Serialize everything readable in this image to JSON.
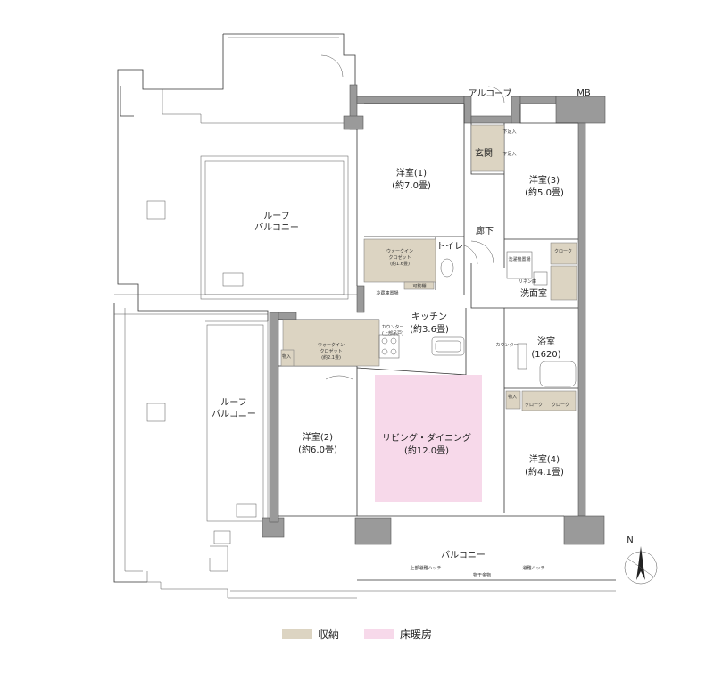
{
  "rooms": {
    "western1": {
      "name": "洋室(1)",
      "size": "(約7.0畳)"
    },
    "western2": {
      "name": "洋室(2)",
      "size": "(約6.0畳)"
    },
    "western3": {
      "name": "洋室(3)",
      "size": "(約5.0畳)"
    },
    "western4": {
      "name": "洋室(4)",
      "size": "(約4.1畳)"
    },
    "kitchen": {
      "name": "キッチン",
      "size": "(約3.6畳)"
    },
    "living": {
      "name": "リビング・ダイニング",
      "size": "(約12.0畳)"
    },
    "roof_balcony": "ルーフ\nバルコニー",
    "roof_balcony_line1": "ルーフ",
    "roof_balcony_line2": "バルコニー",
    "balcony": "バルコニー",
    "alcove": "アルコーブ",
    "entrance": "玄関",
    "hallway": "廊下",
    "toilet": "トイレ",
    "washroom": "洗面室",
    "bathroom": "浴室",
    "bathroom_size": "(1620)",
    "mb": "MB"
  },
  "closets": {
    "wic1_l1": "ウォークイン",
    "wic1_l2": "クロゼット",
    "wic1_l3": "(約1.6畳)",
    "wic2_l1": "ウォークイン",
    "wic2_l2": "クロゼット",
    "wic2_l3": "(約2.1畳)",
    "closet": "クローク",
    "closet2": "クローク",
    "closet3": "クローク",
    "storage_in": "物入",
    "storage_in2": "物入",
    "linen": "リネン庫",
    "movable_shelf": "可動棚",
    "fridge": "冷蔵庫置場",
    "counter": "カウンター",
    "counter_kitchen": "カウンター",
    "counter_kitchen2": "(上部吊戸)",
    "shoe1": "下足入",
    "shoe2": "下足入",
    "wash_machine": "洗濯機置場"
  },
  "balcony_items": {
    "hatch1": "上部避難ハッチ",
    "hatch2": "避難ハッチ",
    "drying": "物干金物"
  },
  "legend": {
    "storage": "収納",
    "heating": "床暖房"
  },
  "compass": "N",
  "colors": {
    "storage": "#dcd4c2",
    "floor_heating": "#f7d9ea",
    "wall": "#9a9a9a"
  }
}
